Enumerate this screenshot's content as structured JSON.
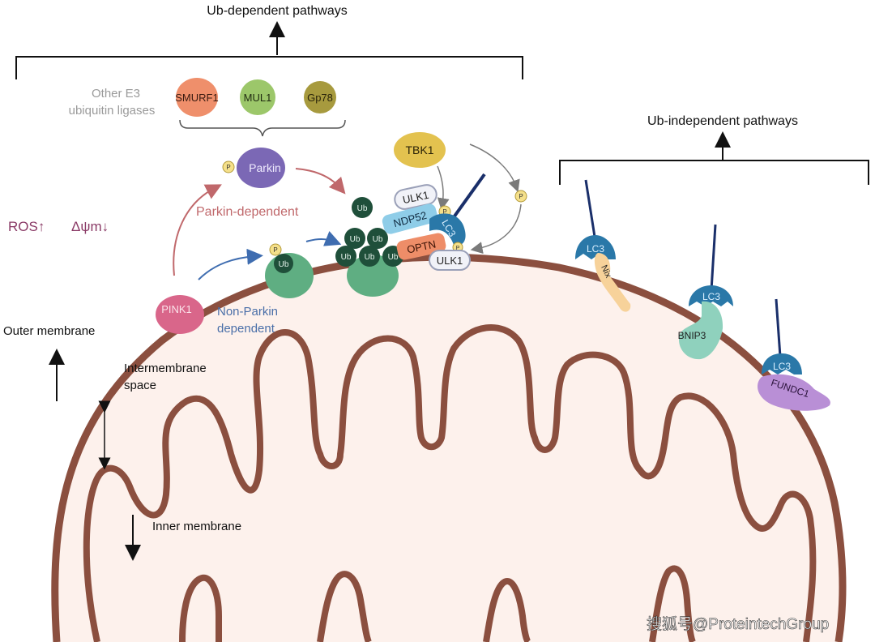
{
  "headers": {
    "ub_dependent": "Ub-dependent pathways",
    "ub_independent": "Ub-independent pathways"
  },
  "e3": {
    "label_line1": "Other E3",
    "label_line2": "ubiquitin ligases",
    "ligases": [
      "SMURF1",
      "MUL1",
      "Gp78"
    ]
  },
  "stress": {
    "ros": "ROS↑",
    "dpsi": "Δψm↓"
  },
  "proteins": {
    "parkin": "Parkin",
    "pink1": "PINK1",
    "tbk1": "TBK1",
    "ulk1_top": "ULK1",
    "ulk1_bottom": "ULK1",
    "ndp52": "NDP52",
    "optn": "OPTN",
    "lc3": "LC3",
    "ub": "Ub",
    "p": "P",
    "nix": "Nix",
    "bnip3": "BNIP3",
    "fundc1": "FUNDC1"
  },
  "pathways": {
    "parkin_dependent": "Parkin-dependent",
    "non_parkin_line1": "Non-Parkin",
    "non_parkin_line2": "dependent"
  },
  "membranes": {
    "outer": "Outer membrane",
    "intermembrane_line1": "Intermembrane",
    "intermembrane_line2": "space",
    "inner": "Inner membrane"
  },
  "watermark": "搜狐号@ProteintechGroup",
  "colors": {
    "membrane": "#8b4f3f",
    "matrix": "#fdf1ec",
    "lc3": "#2a78a8",
    "ub": "#1f4f3a",
    "parkin": "#7b68b5",
    "pink1": "#d9668a",
    "tbk1": "#e3c24f",
    "smurf1": "#ef8f6b",
    "mul1": "#9cc76a",
    "gp78": "#a79a3e",
    "ndp52": "#8fcde8",
    "optn": "#ee8d68",
    "parkin_text": "#c0686b",
    "nonparkin_text": "#4a6fa8",
    "stress_text": "#8a3a66"
  }
}
